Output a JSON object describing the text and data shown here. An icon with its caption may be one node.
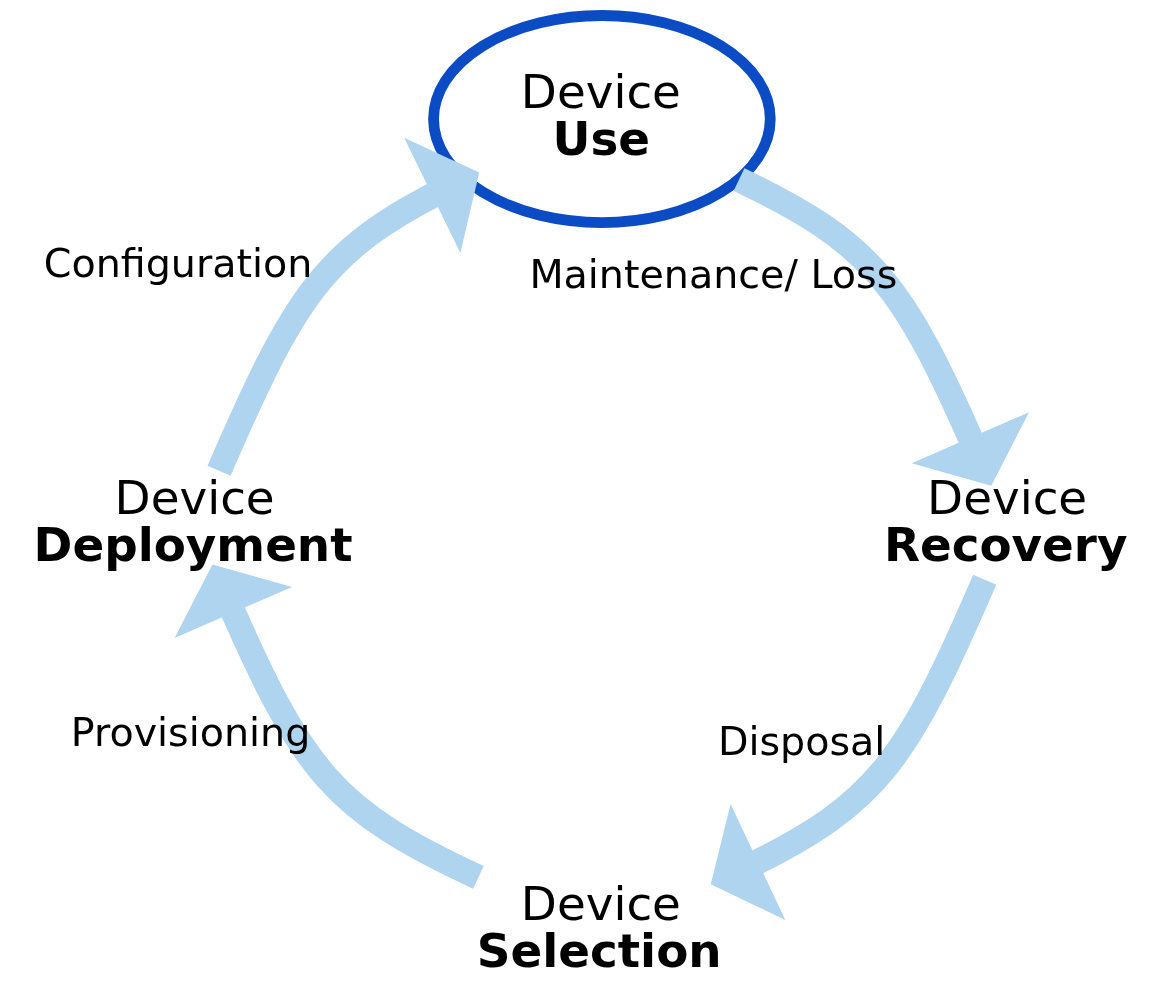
{
  "diagram": {
    "nodes": [
      {
        "text": [
          "Device",
          "Selection"
        ]
      },
      {
        "text": [
          "Device",
          "Deployment"
        ]
      },
      {
        "text": [
          "Device",
          "Use"
        ]
      },
      {
        "text": [
          "Device",
          "Recovery"
        ]
      }
    ],
    "edges": [
      {
        "from": 0,
        "to": 1,
        "arrow": "to",
        "label": "Provisioning"
      },
      {
        "from": 1,
        "to": 2,
        "arrow": "to",
        "label": "Configuration"
      },
      {
        "from": 2,
        "to": 3,
        "arrow": "to",
        "label": "Maintenance/ Loss"
      },
      {
        "from": 3,
        "to": 0,
        "arrow": "to",
        "label": "Disposal"
      }
    ]
  }
}
